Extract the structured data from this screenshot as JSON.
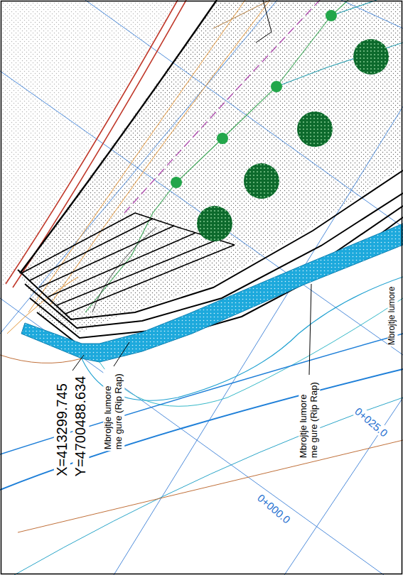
{
  "diagram": {
    "labels": [
      "X=413299.745",
      "Y=4700488.634",
      "Mbrojtje lumore me gure (Rip Rap)",
      "Mbrojtje lumore me gure (Rip Rap)",
      "0+025.0",
      "0+000.0",
      "Mbrojtje lumore"
    ]
  }
}
